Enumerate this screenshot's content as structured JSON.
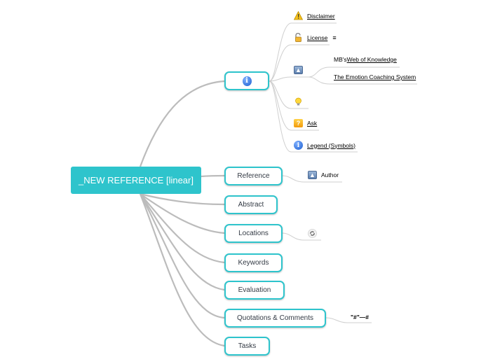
{
  "root": {
    "label": "_NEW REFERENCE [linear]"
  },
  "branches": {
    "reference": "Reference",
    "abstract": "Abstract",
    "locations": "Locations",
    "keywords": "Keywords",
    "evaluation": "Evaluation",
    "quotations": "Quotations & Comments",
    "tasks": "Tasks"
  },
  "info_children": {
    "disclaimer": "Disclaimer",
    "license": "License",
    "license_note": "≡",
    "web_prefix": "MB's ",
    "web_link": "Web of Knowledge",
    "emotion": "The Emotion Coaching System",
    "ask": "Ask",
    "legend": "Legend (Symbols)"
  },
  "reference_children": {
    "author": "Author"
  },
  "quotations_children": {
    "marker": "\"#\"—#"
  },
  "colors": {
    "accent": "#2ec4cc",
    "edge": "#bdbdbd"
  }
}
